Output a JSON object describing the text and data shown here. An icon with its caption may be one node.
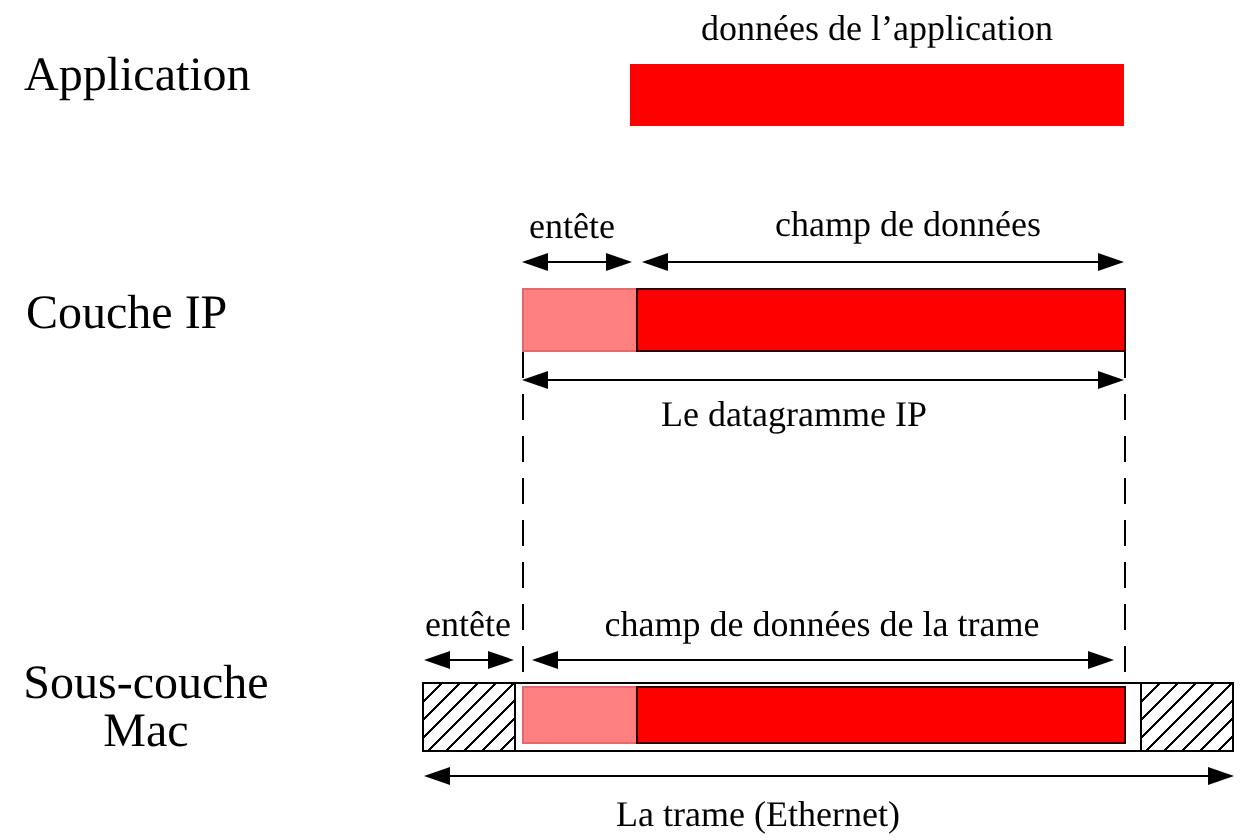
{
  "diagram": {
    "nodes": [
      {
        "text": [],
        "shape": "bar",
        "beside": [
          "données de l’application"
        ]
      },
      {
        "text": [],
        "shape": "bar"
      },
      {
        "text": [],
        "shape": "bar"
      },
      {
        "text": [],
        "shape": "bar"
      },
      {
        "text": [],
        "shape": "bar",
        "in": 3
      },
      {
        "text": [],
        "shape": "bar",
        "in": 3
      },
      {
        "text": [],
        "shape": "bar",
        "in": 3
      },
      {
        "text": [],
        "shape": "bar",
        "in": 3
      }
    ],
    "edges": [
      {
        "from": 1,
        "to": 5,
        "arrow": "none",
        "style": "dashed"
      },
      {
        "from": 2,
        "to": 6,
        "arrow": "none",
        "style": "dashed"
      }
    ],
    "labels": [
      "Application",
      "entête",
      "champ de données",
      "Couche IP",
      "Le datagramme IP",
      "entête",
      "champ de données de la trame",
      "Sous-couche Mac",
      "La trame (Ethernet)"
    ]
  }
}
